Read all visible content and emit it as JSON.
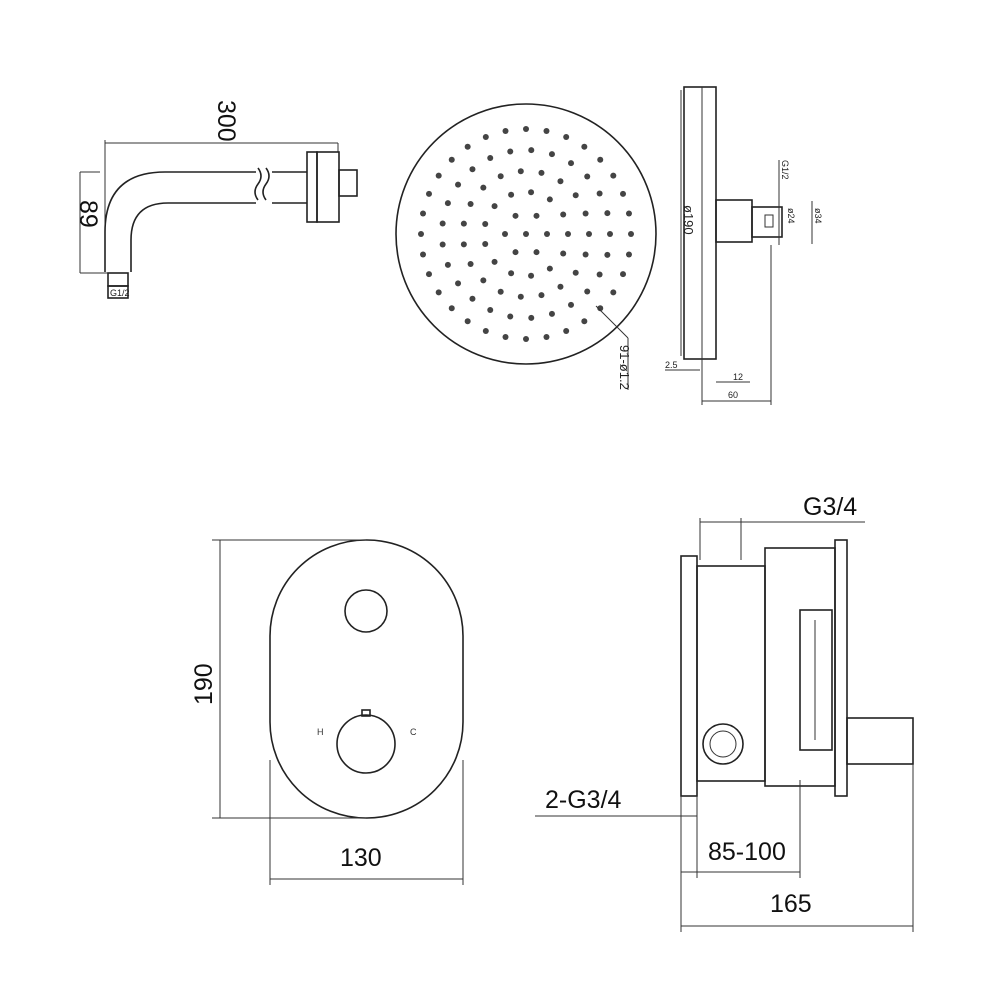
{
  "shower_arm": {
    "length": "300",
    "drop": "89",
    "thread": "G1/2"
  },
  "shower_head": {
    "nozzles": "91-ø1.2"
  },
  "shower_head_side": {
    "diameter": "ø190",
    "thread": "G1/2",
    "inner_diameter": "ø24",
    "outer_diameter": "ø34",
    "thickness": "2.5",
    "flange": "12",
    "depth": "60"
  },
  "mixer_front": {
    "height": "190",
    "width": "130",
    "hot_label": "H",
    "cold_label": "C"
  },
  "mixer_side": {
    "outlet": "G3/4",
    "inlets": "2-G3/4",
    "wall_depth": "85-100",
    "total_depth": "165"
  }
}
